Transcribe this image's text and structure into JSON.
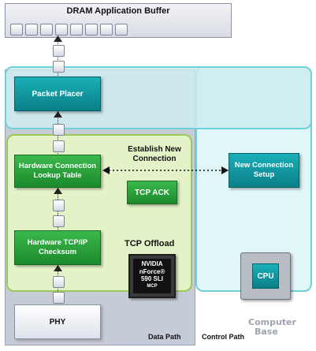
{
  "dram": {
    "title": "DRAM Application Buffer"
  },
  "boxes": {
    "packet_placer": "Packet Placer",
    "hw_connection_lookup_line1": "Hardware Connection",
    "hw_connection_lookup_line2": "Lookup Table",
    "hw_tcpip_line1": "Hardware TCP/IP",
    "hw_tcpip_line2": "Checksum",
    "tcp_ack": "TCP ACK",
    "new_connection_line1": "New Connection",
    "new_connection_line2": "Setup",
    "phy": "PHY",
    "cpu": "CPU"
  },
  "labels": {
    "establish_line1": "Establish New",
    "establish_line2": "Connection",
    "tcp_offload": "TCP Offload",
    "data_path": "Data Path",
    "control_path": "Control Path"
  },
  "chip": {
    "line1": "NVIDIA",
    "line2": "nForce®",
    "line3": "590 SLI",
    "line4": "MCP"
  },
  "watermark": {
    "line1": "Computer",
    "line2": "Base"
  },
  "colors": {
    "teal": "#0f959e",
    "green": "#2aa23b",
    "data_path_bg": "#c6ccd7",
    "control_path_bg": "#e1f6f7",
    "offload_bg": "#e4f3c7"
  }
}
